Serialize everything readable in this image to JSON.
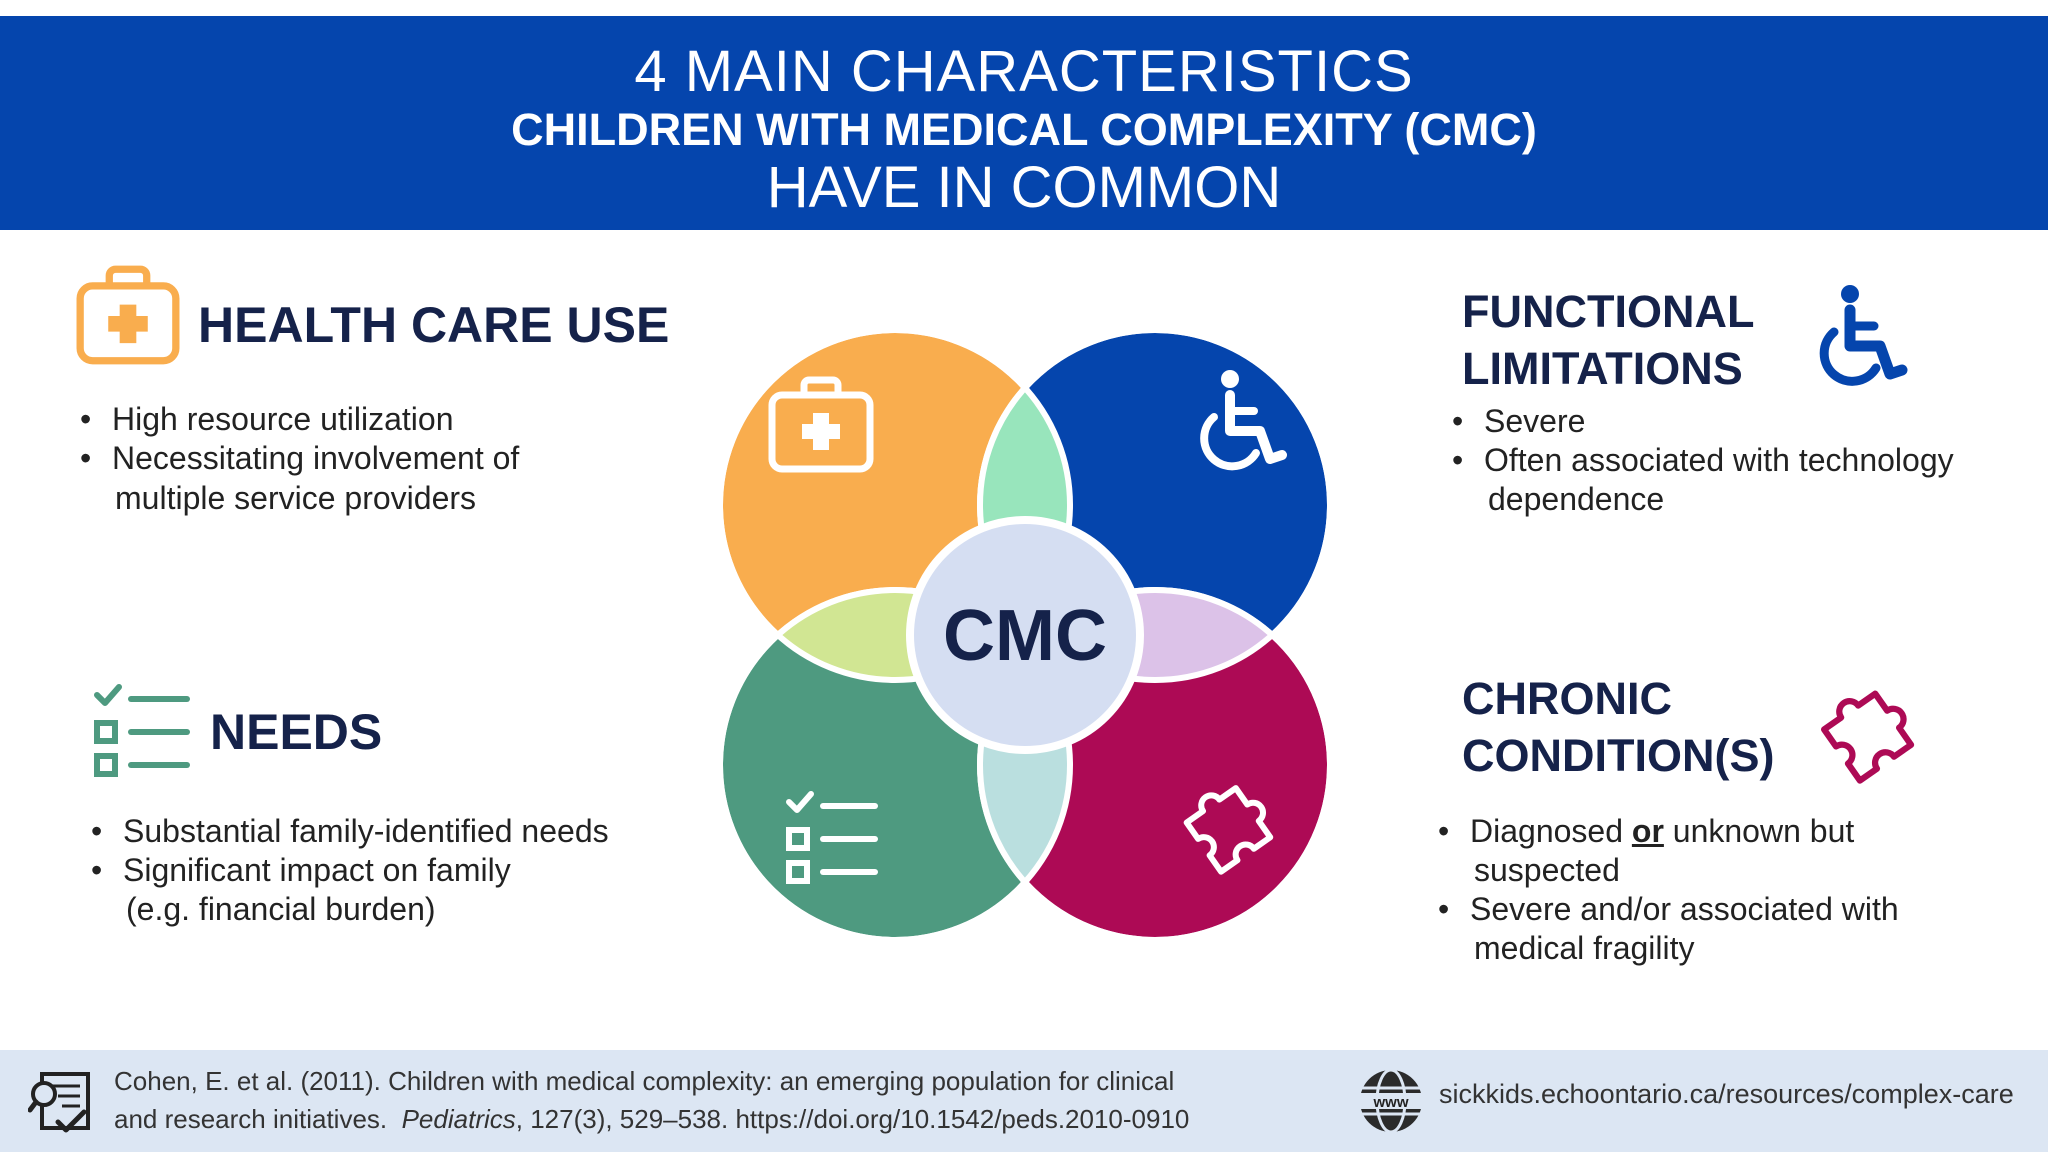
{
  "header": {
    "line1": "4 MAIN CHARACTERISTICS",
    "line2": "CHILDREN WITH MEDICAL COMPLEXITY (CMC)",
    "line3": "HAVE IN COMMON"
  },
  "center_label": "CMC",
  "sections": {
    "health_care_use": {
      "title": "HEALTH CARE USE",
      "icon": "first-aid-kit-icon",
      "color": "#f9ad4e",
      "bullets": [
        "High resource utilization",
        "Necessitating involvement of",
        "multiple service providers"
      ]
    },
    "functional_limitations": {
      "title_line1": "FUNCTIONAL",
      "title_line2": "LIMITATIONS",
      "icon": "wheelchair-icon",
      "color": "#0545ad",
      "bullets": [
        "Severe",
        "Often associated with technology",
        "dependence"
      ]
    },
    "needs": {
      "title": "NEEDS",
      "icon": "checklist-icon",
      "color": "#4e9a80",
      "bullets": [
        "Substantial family-identified needs",
        "Significant impact on family",
        "(e.g. financial burden)"
      ]
    },
    "chronic_conditions": {
      "title_line1": "CHRONIC",
      "title_line2": "CONDITION(S)",
      "icon": "puzzle-piece-icon",
      "color": "#ad0a55",
      "bullet1_a": "Diagnosed ",
      "bullet1_or": "or",
      "bullet1_b": " unknown but",
      "bullet1_c": "suspected",
      "bullet2_a": "Severe and/or associated with",
      "bullet2_b": "medical fragility"
    }
  },
  "footer": {
    "citation_line1": "Cohen, E. et al. (2011). Children with medical complexity: an emerging population for clinical",
    "citation_line2_a": "and research initiatives.  ",
    "citation_journal": "Pediatrics",
    "citation_line2_b": ", 127(3), 529–538. https://doi.org/10.1542/peds.2010-0910",
    "website": "sickkids.echoontario.ca/resources/complex-care",
    "citation_icon": "document-search-icon",
    "web_icon": "globe-www-icon",
    "www_text": "www"
  }
}
